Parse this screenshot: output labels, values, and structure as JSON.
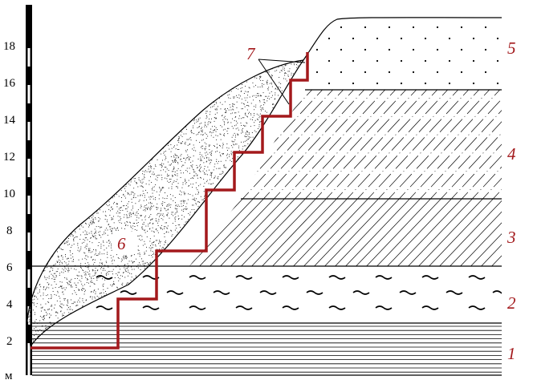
{
  "scale": {
    "unit_label": "м",
    "ticks": [
      "2",
      "4",
      "6",
      "8",
      "10",
      "12",
      "14",
      "16",
      "18"
    ]
  },
  "layers": [
    {
      "number": "1",
      "pattern": "horizontal-hatch",
      "icon": "horizontal-lines-hatch"
    },
    {
      "number": "2",
      "pattern": "wavy-dash",
      "icon": "wavy-dash-pattern"
    },
    {
      "number": "3",
      "pattern": "diagonal-hatch",
      "icon": "diagonal-line-hatch"
    },
    {
      "number": "4",
      "pattern": "diagonal-dash-dot",
      "icon": "diagonal-dash-dot-hatch"
    },
    {
      "number": "5",
      "pattern": "dotted",
      "icon": "dot-pattern"
    }
  ],
  "callouts": {
    "body_label": "6",
    "steps_label": "7"
  },
  "colors": {
    "accent": "#a3191c",
    "ink": "#000000",
    "background": "#ffffff"
  }
}
